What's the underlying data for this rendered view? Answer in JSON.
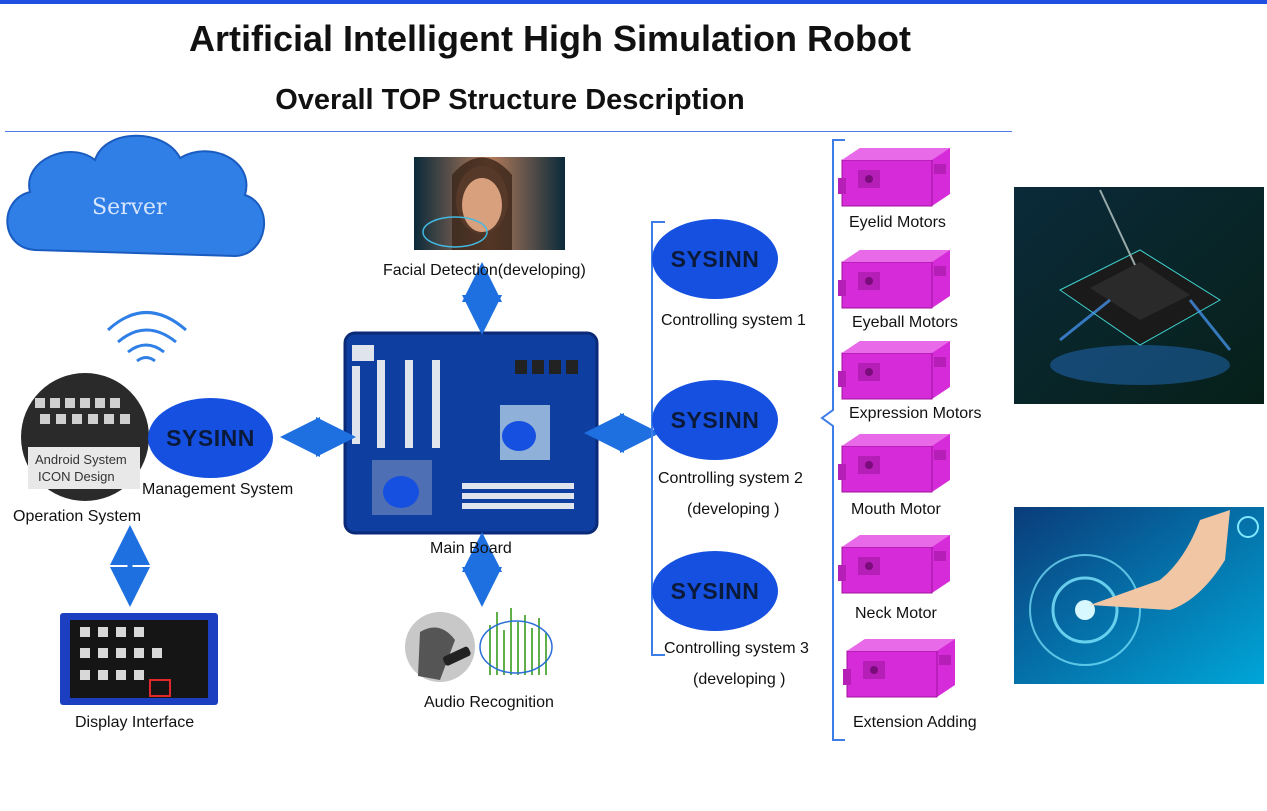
{
  "title": "Artificial Intelligent High Simulation Robot",
  "subtitle": "Overall TOP Structure Description",
  "server": {
    "label": "Server"
  },
  "operation": {
    "screen_line1": "Android System",
    "screen_line2": "ICON Design",
    "label": "Operation System"
  },
  "management": {
    "ellipse": "SYSINN",
    "label": "Management System"
  },
  "display": {
    "label": "Display Interface"
  },
  "facial": {
    "label": "Facial Detection(developing)"
  },
  "mainboard": {
    "label": "Main Board"
  },
  "audio": {
    "label": "Audio Recognition"
  },
  "controllers": [
    {
      "ellipse": "SYSINN",
      "label": "Controlling system 1",
      "sub": ""
    },
    {
      "ellipse": "SYSINN",
      "label": "Controlling system 2",
      "sub": "(developing )"
    },
    {
      "ellipse": "SYSINN",
      "label": "Controlling system 3",
      "sub": "(developing )"
    }
  ],
  "motors": [
    {
      "label": "Eyelid Motors"
    },
    {
      "label": "Eyeball Motors"
    },
    {
      "label": "Expression Motors"
    },
    {
      "label": "Mouth Motor"
    },
    {
      "label": "Neck Motor"
    },
    {
      "label": "Extension Adding"
    }
  ],
  "colors": {
    "accent": "#1550e0",
    "arrow": "#1e6fe0",
    "motor": "#d62bd8",
    "bracket": "#3d7de8"
  }
}
